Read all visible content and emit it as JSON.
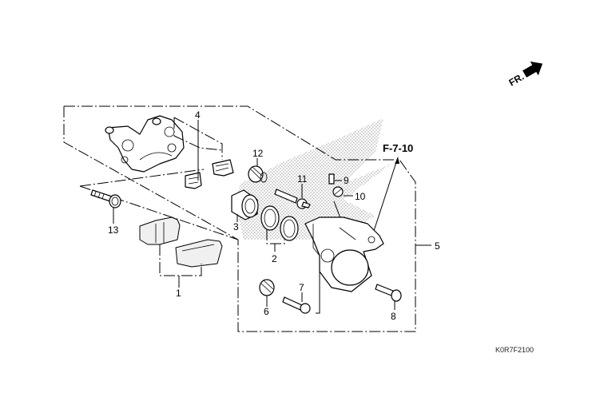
{
  "diagram": {
    "title": "Rear Brake Caliper",
    "direction_label": "FR.",
    "reference_label": "F-7-10",
    "drawing_code": "K0R7F2100",
    "callouts": [
      {
        "number": "1",
        "part": "brake-pad-set"
      },
      {
        "number": "2",
        "part": "piston-seal-set"
      },
      {
        "number": "3",
        "part": "piston"
      },
      {
        "number": "4",
        "part": "pad-spring-clips"
      },
      {
        "number": "5",
        "part": "caliper-assembly"
      },
      {
        "number": "6",
        "part": "boot"
      },
      {
        "number": "7",
        "part": "pin-bolt"
      },
      {
        "number": "8",
        "part": "flange-bolt"
      },
      {
        "number": "9",
        "part": "bleed-valve-cap"
      },
      {
        "number": "10",
        "part": "bleed-valve"
      },
      {
        "number": "11",
        "part": "slide-pin"
      },
      {
        "number": "12",
        "part": "pin-boot"
      },
      {
        "number": "13",
        "part": "bracket-bolt"
      }
    ],
    "colors": {
      "line": "#000000",
      "background": "#ffffff",
      "stipple": "#9a9a9a"
    }
  }
}
